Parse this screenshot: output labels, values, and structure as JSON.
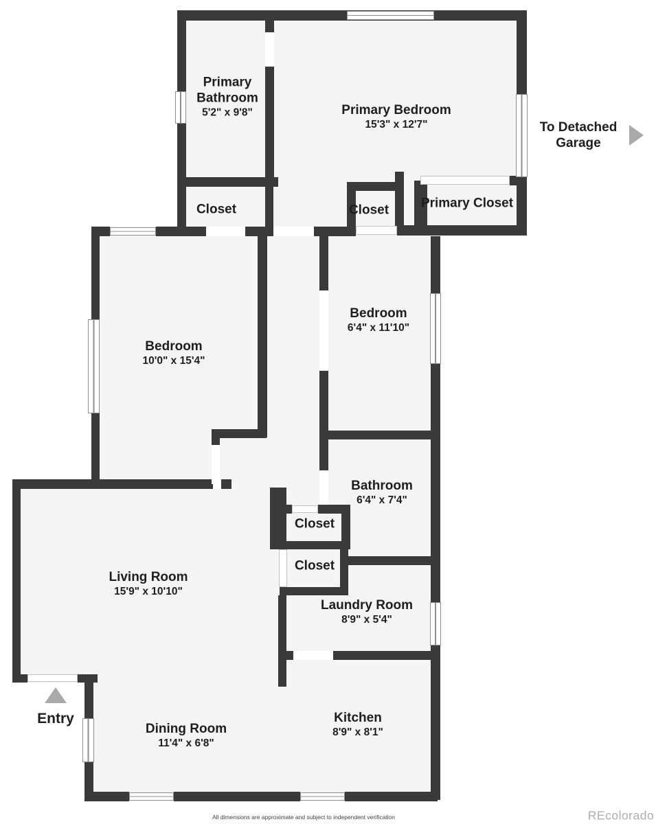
{
  "rooms": {
    "primary_bathroom": {
      "name": "Primary Bathroom",
      "dims": "5'2\" x 9'8\""
    },
    "primary_bedroom": {
      "name": "Primary Bedroom",
      "dims": "15'3\" x 12'7\""
    },
    "closet_top_left": {
      "name": "Closet"
    },
    "closet_top_mid": {
      "name": "Closet"
    },
    "primary_closet": {
      "name": "Primary Closet"
    },
    "bedroom_west": {
      "name": "Bedroom",
      "dims": "10'0\" x 15'4\""
    },
    "bedroom_east": {
      "name": "Bedroom",
      "dims": "6'4\" x 11'10\""
    },
    "bathroom": {
      "name": "Bathroom",
      "dims": "6'4\" x 7'4\""
    },
    "closet_hall_upper": {
      "name": "Closet"
    },
    "closet_hall_lower": {
      "name": "Closet"
    },
    "living_room": {
      "name": "Living Room",
      "dims": "15'9\" x 10'10\""
    },
    "laundry_room": {
      "name": "Laundry Room",
      "dims": "8'9\" x 5'4\""
    },
    "dining_room": {
      "name": "Dining Room",
      "dims": "11'4\" x 6'8\""
    },
    "kitchen": {
      "name": "Kitchen",
      "dims": "8'9\" x 8'1\""
    }
  },
  "annotations": {
    "garage_note": "To Detached Garage",
    "entry_label": "Entry"
  },
  "footer": {
    "disclaimer": "All dimensions are approximate and subject to independent verification",
    "watermark": "REcolorado"
  },
  "colors": {
    "wall": "#3a3a3a",
    "floor": "#f4f4f4",
    "arrow_gray": "#a9a9a9",
    "watermark_gray": "#aeaeb0"
  }
}
